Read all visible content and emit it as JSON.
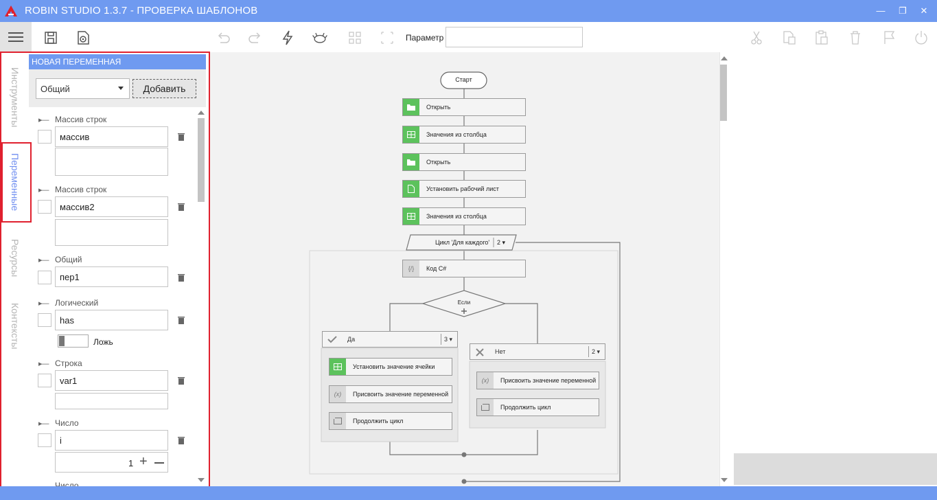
{
  "app": {
    "title": "ROBIN STUDIO 1.3.7  - ПРОВЕРКА ШАБЛОНОВ",
    "accent": "#6f9af0",
    "highlight": "#e0202e"
  },
  "toolbar": {
    "param_label": "Параметр",
    "param_value": "",
    "icons": [
      "menu-icon",
      "save-icon",
      "settings-file-icon",
      "undo-icon",
      "redo-icon",
      "lightning-icon",
      "debug-icon",
      "group-icon",
      "ungroup-icon",
      "cut-icon",
      "copy-icon",
      "paste-icon",
      "delete-icon",
      "flag-icon",
      "power-icon"
    ]
  },
  "side_tabs": [
    "Инструменты",
    "Переменные",
    "Ресурсы",
    "Контексты"
  ],
  "variables_panel": {
    "header": "НОВАЯ ПЕРЕМЕННАЯ",
    "type_select": "Общий",
    "add_button": "Добавить",
    "items": [
      {
        "type_label": "Массив строк",
        "name": "массив"
      },
      {
        "type_label": "Массив строк",
        "name": "массив2"
      },
      {
        "type_label": "Общий",
        "name": "пер1"
      },
      {
        "type_label": "Логический",
        "name": "has",
        "toggle_label": "Ложь"
      },
      {
        "type_label": "Строка",
        "name": "var1"
      },
      {
        "type_label": "Число",
        "name": "i",
        "number_value": "1"
      },
      {
        "type_label": "Число"
      }
    ]
  },
  "flow": {
    "start": "Старт",
    "steps": [
      {
        "label": "Открыть",
        "icon": "folder-icon"
      },
      {
        "label": "Значения из столбца",
        "icon": "table-icon"
      },
      {
        "label": "Открыть",
        "icon": "folder-icon"
      },
      {
        "label": "Установить рабочий лист",
        "icon": "document-icon"
      },
      {
        "label": "Значения из столбца",
        "icon": "table-icon"
      }
    ],
    "loop": {
      "label": "Цикл 'Для каждого'",
      "count": "2"
    },
    "code": {
      "label": "Код C#",
      "icon_text": "{/}"
    },
    "condition": "Если",
    "yes_branch": {
      "label": "Да",
      "count": "3",
      "steps": [
        "Установить значение ячейки",
        "Присвоить значение переменной",
        "Продолжить цикл"
      ]
    },
    "no_branch": {
      "label": "Нет",
      "count": "2",
      "steps": [
        "Присвоить значение переменной",
        "Продолжить цикл"
      ]
    },
    "var_icon_text": "(x)"
  }
}
